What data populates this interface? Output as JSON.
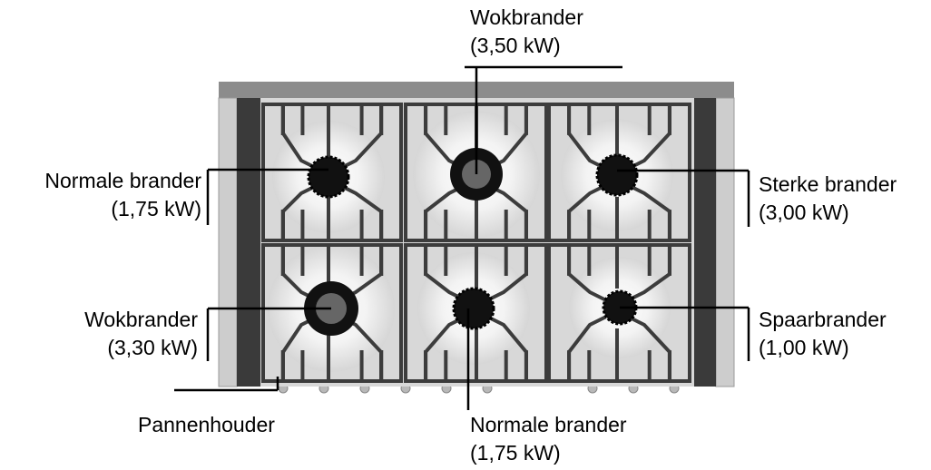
{
  "labels": {
    "wok_top": {
      "line1": "Wokbrander",
      "line2": "(3,50 kW)"
    },
    "normal_left": {
      "line1": "Normale brander",
      "line2": "(1,75 kW)"
    },
    "strong_right": {
      "line1": "Sterke brander",
      "line2": "(3,00 kW)"
    },
    "wok_left": {
      "line1": "Wokbrander",
      "line2": "(3,30 kW)"
    },
    "saver_right": {
      "line1": "Spaarbrander",
      "line2": "(1,00 kW)"
    },
    "pan_holder": {
      "line1": "Pannenhouder"
    },
    "normal_bottom": {
      "line1": "Normale brander",
      "line2": "(1,75 kW)"
    }
  },
  "colors": {
    "frame_top": "#8c8c8c",
    "frame_side": "#c8c8c8",
    "side_dark": "#3a3a3a",
    "plate": "#d8d8d8",
    "grate": "#3c3c3c",
    "burner": "#111111",
    "wok_inner": "#666666"
  }
}
